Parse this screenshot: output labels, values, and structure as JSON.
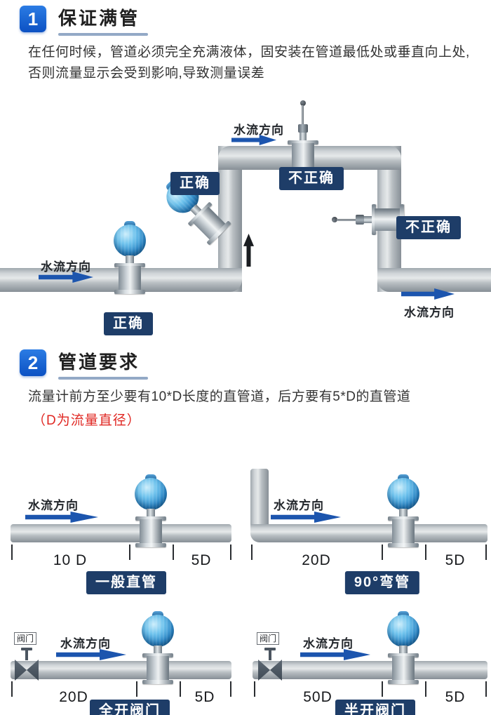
{
  "colors": {
    "accent_blue": "#1566d4",
    "badge_navy": "#1e3d68",
    "arrow_blue": "#1c55ae",
    "note_red": "#e02722",
    "pipe_gray": "#b9bfc3"
  },
  "labels": {
    "flow_direction": "水流方向",
    "correct": "正确",
    "incorrect": "不正确",
    "valve": "阀门"
  },
  "section1": {
    "number": "1",
    "title": "保证满管",
    "body": "在任何时候，管道必须完全充满液体，固安装在管道最低处或垂直向上处,否则流量显示会受到影响,导致测量误差"
  },
  "section2": {
    "number": "2",
    "title": "管道要求",
    "body": "流量计前方至少要有10*D长度的直管道，后方要有5*D的直管道",
    "note": "（D为流量直径）",
    "panels": [
      {
        "dim_before": "10 D",
        "dim_after": "5D",
        "label": "一般直管"
      },
      {
        "dim_before": "20D",
        "dim_after": "5D",
        "label": "90°弯管"
      },
      {
        "dim_before": "20D",
        "dim_after": "5D",
        "label": "全开阀门"
      },
      {
        "dim_before": "50D",
        "dim_after": "5D",
        "label": "半开阀门"
      }
    ]
  }
}
